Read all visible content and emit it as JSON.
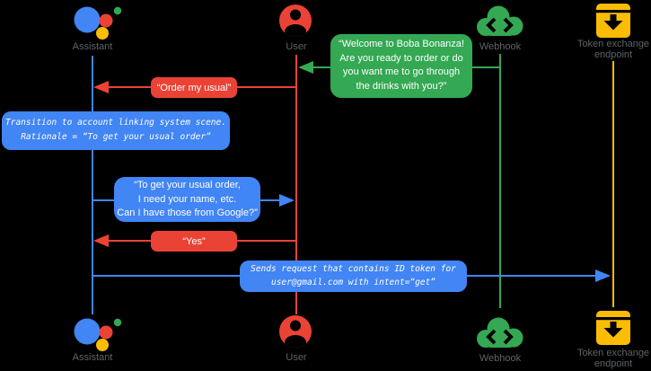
{
  "diagram": {
    "background": "#000000",
    "actors": {
      "assistant": {
        "label": "Assistant",
        "color": "#4285F4"
      },
      "user": {
        "label": "User",
        "color": "#EA4335"
      },
      "webhook": {
        "label": "Webhook",
        "color": "#34A853"
      },
      "token_endpoint": {
        "label_lines": [
          "Token exchange",
          "endpoint"
        ],
        "color": "#FBBC04"
      }
    },
    "messages": {
      "welcome": {
        "from": "Webhook",
        "to": "User",
        "color": "#34A853",
        "lines": [
          "“Welcome to Boba Bonanza!",
          "Are you ready to order or do",
          "you want me to go through",
          "the drinks with you?”"
        ]
      },
      "order_usual": {
        "from": "User",
        "to": "Assistant",
        "color": "#EA4335",
        "text": "“Order my usual”"
      },
      "transition_note": {
        "color": "#4285F4",
        "lines": [
          "Transition to account linking system scene.",
          "Rationale = “To get your usual order”"
        ]
      },
      "ask_permission": {
        "from": "Assistant",
        "to": "User",
        "color": "#4285F4",
        "lines": [
          "“To get your usual order,",
          "I need your name, etc.",
          "Can I have those from Google?”"
        ]
      },
      "yes": {
        "from": "User",
        "to": "Assistant",
        "color": "#EA4335",
        "text": "“Yes”"
      },
      "sends_request": {
        "from": "Assistant",
        "to": "Token exchange endpoint",
        "color": "#4285F4",
        "lines": [
          "Sends request that contains ID token for",
          "user@gmail.com with intent=“get”"
        ]
      }
    }
  }
}
